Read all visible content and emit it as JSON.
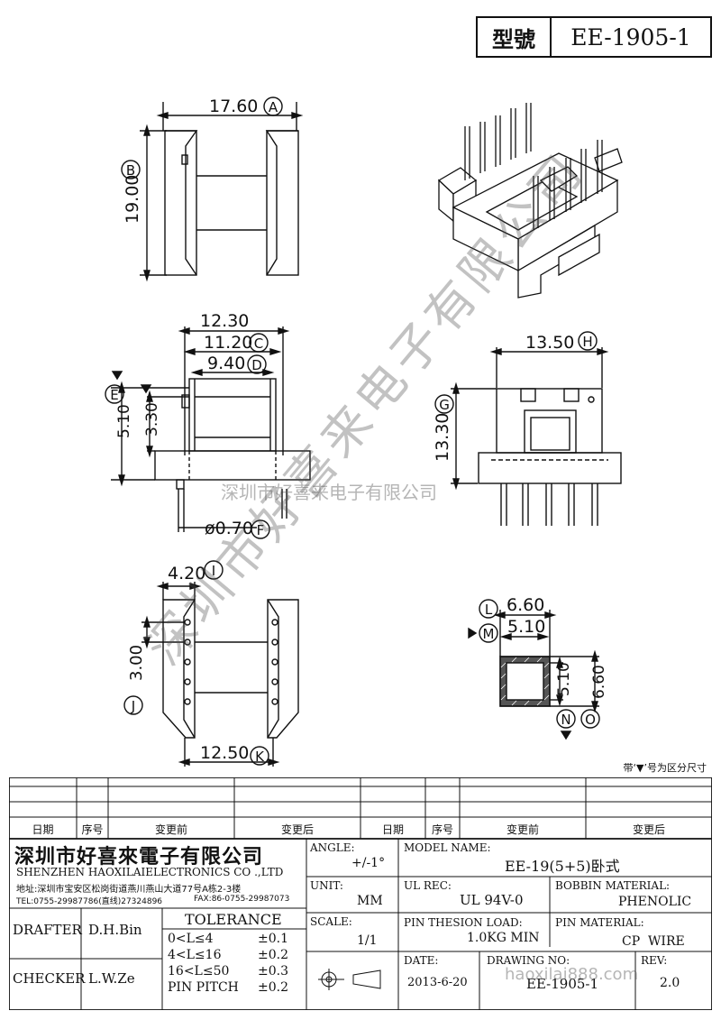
{
  "header": {
    "model_label": "型號",
    "model_value": "EE-1905-1"
  },
  "watermarks": {
    "diagonal": "深圳市好喜来电子有限公司",
    "horizontal": "深圳市好喜来电子有限公司",
    "site": "haoxilai888.com"
  },
  "dimensions": {
    "A": "17.60",
    "B": "19.00",
    "total_width": "12.30",
    "C": "11.20",
    "D": "9.40",
    "E": "5.10",
    "E2": "3.30",
    "F": "ø0.70",
    "H": "13.50",
    "G": "13.30",
    "I": "4.20",
    "J": "3.00",
    "K": "12.50",
    "L": "6.60",
    "M": "5.10",
    "N": "5.10",
    "O": "6.60"
  },
  "markers": {
    "A": "A",
    "B": "B",
    "C": "C",
    "D": "D",
    "E": "E",
    "F": "F",
    "G": "G",
    "H": "H",
    "I": "I",
    "J": "J",
    "K": "K",
    "L": "L",
    "M": "M",
    "N": "N",
    "O": "O"
  },
  "note": "带‘▼’号为区分尺寸",
  "revision_table": {
    "headers": [
      "日期",
      "序号",
      "变更前",
      "变更后",
      "日期",
      "序号",
      "变更前",
      "变更后"
    ]
  },
  "company": {
    "name_cn": "深圳市好喜來電子有限公司",
    "name_en": "SHENZHEN HAOXILAIELECTRONICS CO .,LTD",
    "address": "地址:深圳市宝安区松岗街道燕川燕山大道77号A栋2-3楼",
    "tel": "TEL:0755-29987786(直线)27324896",
    "fax": "FAX:86-0755-29987073"
  },
  "title_block": {
    "drafter_label": "DRAFTER",
    "drafter_value": "D.H.Bin",
    "checker_label": "CHECKER",
    "checker_value": "L.W.Ze",
    "tolerance_title": "TOLERANCE",
    "tolerance_rows": [
      {
        "range": "0<L≤4",
        "value": "±0.1"
      },
      {
        "range": "4<L≤16",
        "value": "±0.2"
      },
      {
        "range": "16<L≤50",
        "value": "±0.3"
      },
      {
        "range": "PIN PITCH",
        "value": "±0.2"
      }
    ],
    "angle_label": "ANGLE:",
    "angle_value": "+/-1°",
    "unit_label": "UNIT:",
    "unit_value": "MM",
    "scale_label": "SCALE:",
    "scale_value": "1/1",
    "model_name_label": "MODEL NAME:",
    "model_name_value": "EE-19(5+5)卧式",
    "ul_rec_label": "UL REC:",
    "ul_rec_value": "UL 94V-0",
    "bobbin_label": "BOBBIN MATERIAL:",
    "bobbin_value": "PHENOLIC",
    "pin_load_label": "PIN THESION LOAD:",
    "pin_load_value": "1.0KG MIN",
    "pin_mat_label": "PIN MATERIAL:",
    "pin_mat_value": "CP  WIRE",
    "date_label": "DATE:",
    "date_value": "2013-6-20",
    "drawing_no_label": "DRAWING NO:",
    "drawing_no_value": "EE-1905-1",
    "rev_label": "REV:",
    "rev_value": "2.0"
  }
}
